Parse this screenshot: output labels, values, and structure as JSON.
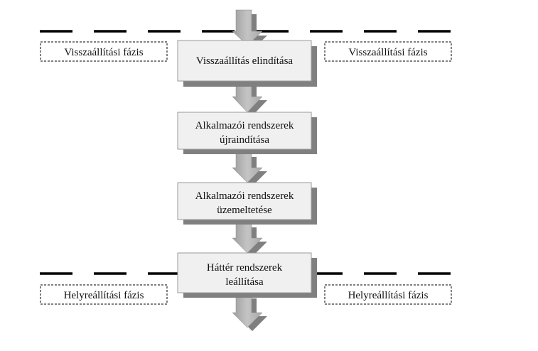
{
  "diagram": {
    "top_phase_left": "Visszaállítási fázis",
    "top_phase_right": "Visszaállítási fázis",
    "bottom_phase_left": "Helyreállítási fázis",
    "bottom_phase_right": "Helyreállítási fázis",
    "steps": [
      {
        "line1": "Visszaállítás elindítása",
        "line2": ""
      },
      {
        "line1": "Alkalmazói rendszerek",
        "line2": "újraindítása"
      },
      {
        "line1": "Alkalmazói rendszerek",
        "line2": "üzemeltetése"
      },
      {
        "line1": "Háttér rendszerek",
        "line2": "leállítása"
      }
    ]
  },
  "colors": {
    "box_fill": "#f0f0f0",
    "box_shadow": "#808080",
    "arrow_fill": "#b8b8b8",
    "arrow_shadow": "#7f7f7f",
    "dash_line": "#000000"
  }
}
